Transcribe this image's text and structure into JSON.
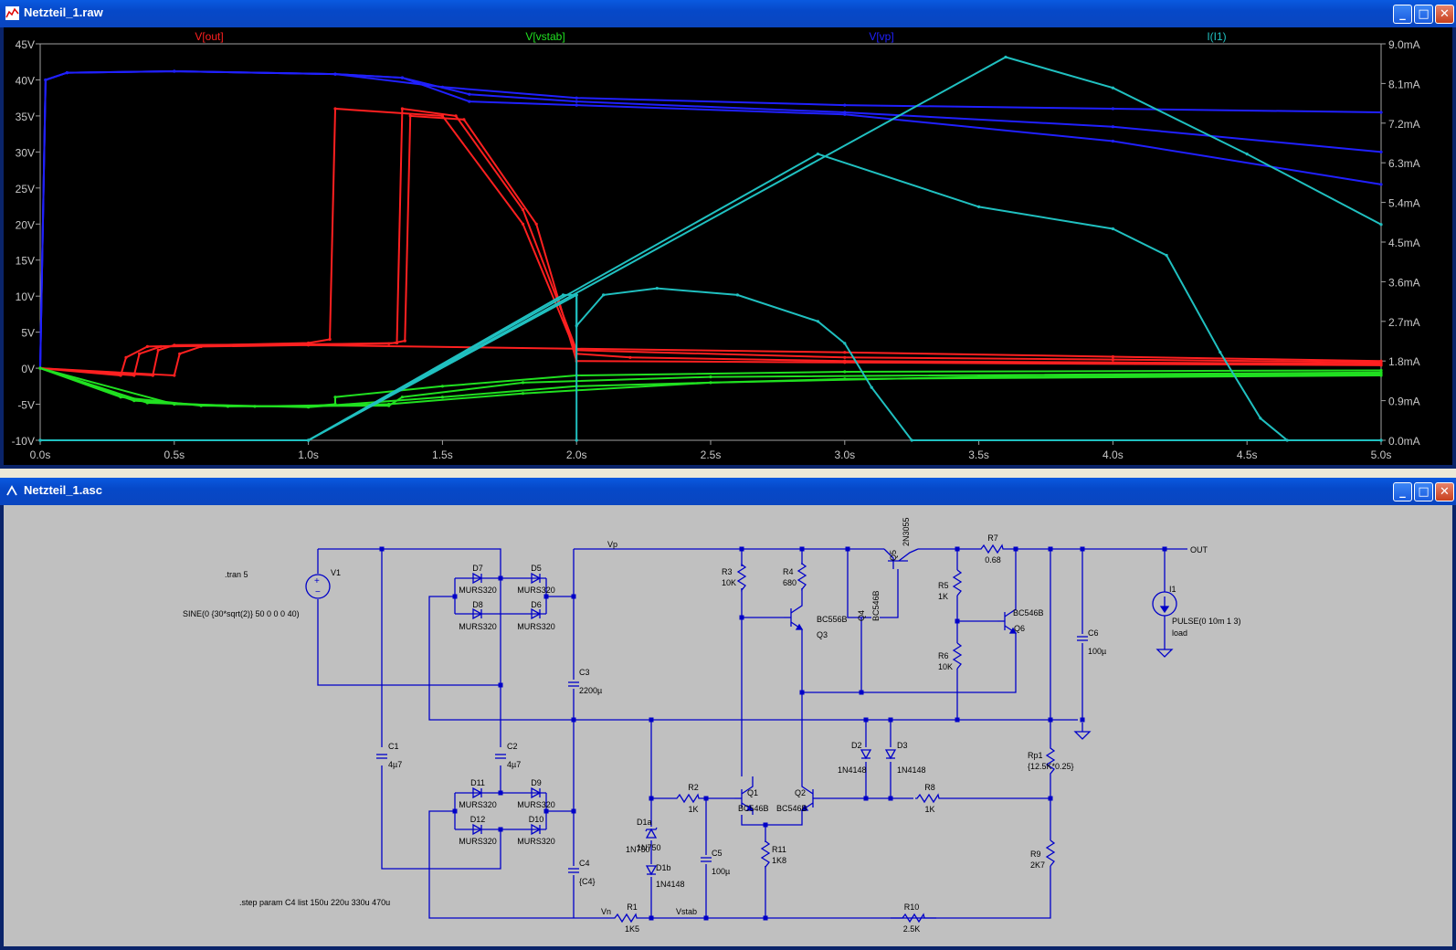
{
  "plot_window": {
    "title": "Netzteil_1.raw",
    "traces": [
      {
        "label": "V[out]",
        "color": "#ff2020"
      },
      {
        "label": "V[vstab]",
        "color": "#20e020"
      },
      {
        "label": "V[vp]",
        "color": "#2020ff"
      },
      {
        "label": "I(I1)",
        "color": "#20c0c0"
      }
    ],
    "left_axis_ticks": [
      "45V",
      "40V",
      "35V",
      "30V",
      "25V",
      "20V",
      "15V",
      "10V",
      "5V",
      "0V",
      "-5V",
      "-10V"
    ],
    "right_axis_ticks": [
      "9.0mA",
      "8.1mA",
      "7.2mA",
      "6.3mA",
      "5.4mA",
      "4.5mA",
      "3.6mA",
      "2.7mA",
      "1.8mA",
      "0.9mA",
      "0.0mA"
    ],
    "x_axis_ticks": [
      "0.0s",
      "0.5s",
      "1.0s",
      "1.5s",
      "2.0s",
      "2.5s",
      "3.0s",
      "3.5s",
      "4.0s",
      "4.5s",
      "5.0s"
    ]
  },
  "chart_data": {
    "type": "line",
    "xlabel": "",
    "ylabel": "",
    "xlim": [
      0,
      5
    ],
    "ylim": [
      -10,
      45
    ],
    "y2lim": [
      0,
      9
    ],
    "series": [
      {
        "name": "V[vp]",
        "axis": "left",
        "runs": [
          [
            [
              0,
              0
            ],
            [
              0.02,
              40
            ],
            [
              0.1,
              41
            ],
            [
              0.5,
              41.2
            ],
            [
              1.1,
              40.8
            ],
            [
              1.5,
              39
            ],
            [
              2,
              37.5
            ],
            [
              3,
              36.5
            ],
            [
              4,
              36
            ],
            [
              5,
              35.5
            ]
          ],
          [
            [
              0,
              0
            ],
            [
              0.02,
              40
            ],
            [
              0.1,
              41
            ],
            [
              0.5,
              41.2
            ],
            [
              1.1,
              40.8
            ],
            [
              1.35,
              40.3
            ],
            [
              1.6,
              38
            ],
            [
              2,
              37
            ],
            [
              3,
              35.5
            ],
            [
              4,
              33.5
            ],
            [
              5,
              30
            ]
          ],
          [
            [
              0,
              0
            ],
            [
              0.02,
              40
            ],
            [
              0.1,
              41
            ],
            [
              0.5,
              41.2
            ],
            [
              1.1,
              40.8
            ],
            [
              1.35,
              40.3
            ],
            [
              1.6,
              37
            ],
            [
              2,
              36.5
            ],
            [
              3,
              35.2
            ],
            [
              4,
              31.5
            ],
            [
              5,
              25.5
            ]
          ]
        ]
      },
      {
        "name": "V[out]",
        "axis": "left",
        "runs": [
          [
            [
              0,
              0
            ],
            [
              0.3,
              -1
            ],
            [
              0.32,
              1.5
            ],
            [
              0.4,
              3
            ],
            [
              1,
              3.5
            ],
            [
              1.08,
              4
            ],
            [
              1.1,
              36
            ],
            [
              1.5,
              35
            ],
            [
              1.8,
              20
            ],
            [
              2,
              2
            ],
            [
              2.2,
              1.5
            ],
            [
              3,
              1
            ],
            [
              4,
              0.8
            ],
            [
              5,
              0.6
            ]
          ],
          [
            [
              0,
              0
            ],
            [
              0.35,
              -1
            ],
            [
              0.37,
              2
            ],
            [
              0.45,
              3
            ],
            [
              1,
              3.3
            ],
            [
              1.33,
              3.5
            ],
            [
              1.35,
              36
            ],
            [
              1.55,
              35
            ],
            [
              1.8,
              22
            ],
            [
              2,
              2.5
            ],
            [
              3,
              1.5
            ],
            [
              4,
              1.2
            ],
            [
              5,
              0.8
            ]
          ],
          [
            [
              0,
              0
            ],
            [
              0.42,
              -1
            ],
            [
              0.44,
              2.5
            ],
            [
              0.5,
              3.2
            ],
            [
              1.3,
              3.4
            ],
            [
              1.36,
              3.8
            ],
            [
              1.38,
              35
            ],
            [
              1.58,
              34.5
            ],
            [
              1.85,
              20
            ],
            [
              2,
              1
            ],
            [
              3,
              0.8
            ],
            [
              5,
              0.4
            ]
          ],
          [
            [
              0,
              0
            ],
            [
              0.5,
              -1
            ],
            [
              0.52,
              2
            ],
            [
              0.6,
              3
            ],
            [
              1,
              3.2
            ],
            [
              3,
              2.2
            ],
            [
              4,
              1.6
            ],
            [
              5,
              1.0
            ]
          ]
        ]
      },
      {
        "name": "V[vstab]",
        "axis": "left",
        "runs": [
          [
            [
              0,
              0
            ],
            [
              0.3,
              -4
            ],
            [
              0.6,
              -5.2
            ],
            [
              1,
              -5.3
            ],
            [
              1.1,
              -5
            ],
            [
              1.1,
              -4
            ],
            [
              1.5,
              -2.5
            ],
            [
              2,
              -1
            ],
            [
              3,
              -0.5
            ],
            [
              5,
              -0.3
            ]
          ],
          [
            [
              0,
              0
            ],
            [
              0.35,
              -4.5
            ],
            [
              0.7,
              -5.3
            ],
            [
              1.3,
              -5.2
            ],
            [
              1.35,
              -4
            ],
            [
              1.8,
              -2
            ],
            [
              2.5,
              -1.2
            ],
            [
              5,
              -0.6
            ]
          ],
          [
            [
              0,
              0
            ],
            [
              0.4,
              -4.8
            ],
            [
              0.8,
              -5.3
            ],
            [
              1.3,
              -5.0
            ],
            [
              1.8,
              -3.5
            ],
            [
              2.5,
              -2
            ],
            [
              3.5,
              -1.2
            ],
            [
              5,
              -0.8
            ]
          ],
          [
            [
              0,
              0
            ],
            [
              0.5,
              -5.0
            ],
            [
              1,
              -5.4
            ],
            [
              1.5,
              -4
            ],
            [
              2,
              -2.5
            ],
            [
              3,
              -1.5
            ],
            [
              5,
              -1
            ]
          ]
        ]
      },
      {
        "name": "I(I1)",
        "axis": "right",
        "runs": [
          [
            [
              0,
              0
            ],
            [
              1,
              0
            ],
            [
              1.95,
              3.3
            ],
            [
              2,
              3.3
            ],
            [
              2,
              0
            ]
          ],
          [
            [
              0,
              0
            ],
            [
              1,
              0
            ],
            [
              2,
              3.3
            ],
            [
              2,
              2.6
            ],
            [
              2.1,
              3.3
            ],
            [
              2.3,
              3.45
            ],
            [
              2.6,
              3.3
            ],
            [
              2.9,
              2.7
            ],
            [
              3,
              2.2
            ],
            [
              3.1,
              1.2
            ],
            [
              3.25,
              0
            ],
            [
              5,
              0
            ]
          ],
          [
            [
              0,
              0
            ],
            [
              1,
              0
            ],
            [
              2.9,
              6.5
            ],
            [
              3.5,
              5.3
            ],
            [
              4,
              4.8
            ],
            [
              4.2,
              4.2
            ],
            [
              4.4,
              2
            ],
            [
              4.55,
              0.5
            ],
            [
              4.65,
              0
            ],
            [
              5,
              0
            ]
          ],
          [
            [
              0,
              0
            ],
            [
              1,
              0
            ],
            [
              3.6,
              8.7
            ],
            [
              4,
              8.0
            ],
            [
              4.5,
              6.5
            ],
            [
              5,
              4.9
            ]
          ]
        ]
      }
    ]
  },
  "schematic_window": {
    "title": "Netzteil_1.asc",
    "directives": {
      "tran": ".tran 5",
      "step": ".step param C4 list 150u 220u 330u 470u"
    },
    "sources": {
      "V1": {
        "name": "V1",
        "value": "SINE(0 {30*sqrt(2)} 50 0 0 0 40)"
      },
      "I1": {
        "name": "I1",
        "value": "PULSE(0 10m 1 3)",
        "extra": "load"
      }
    },
    "nets": {
      "vp": "Vp",
      "vn": "Vn",
      "vstab": "Vstab",
      "out": "OUT"
    },
    "parts": [
      {
        "ref": "D7",
        "value": "MURS320"
      },
      {
        "ref": "D5",
        "value": "MURS320"
      },
      {
        "ref": "D8",
        "value": "MURS320"
      },
      {
        "ref": "D6",
        "value": "MURS320"
      },
      {
        "ref": "D11",
        "value": "MURS320"
      },
      {
        "ref": "D9",
        "value": "MURS320"
      },
      {
        "ref": "D12",
        "value": "MURS320"
      },
      {
        "ref": "D10",
        "value": "MURS320"
      },
      {
        "ref": "C1",
        "value": "4µ7"
      },
      {
        "ref": "C2",
        "value": "4µ7"
      },
      {
        "ref": "C3",
        "value": "2200µ"
      },
      {
        "ref": "C4",
        "value": "{C4}"
      },
      {
        "ref": "C5",
        "value": "100µ"
      },
      {
        "ref": "C6",
        "value": "100µ"
      },
      {
        "ref": "R1",
        "value": "1K5"
      },
      {
        "ref": "R2",
        "value": "1K"
      },
      {
        "ref": "R3",
        "value": "10K"
      },
      {
        "ref": "R4",
        "value": "680"
      },
      {
        "ref": "R5",
        "value": "1K"
      },
      {
        "ref": "R6",
        "value": "10K"
      },
      {
        "ref": "R7",
        "value": "0.68"
      },
      {
        "ref": "R8",
        "value": "1K"
      },
      {
        "ref": "R9",
        "value": "2K7"
      },
      {
        "ref": "R10",
        "value": "2.5K"
      },
      {
        "ref": "R11",
        "value": "1K8"
      },
      {
        "ref": "Rp1",
        "value": "{12.5K*0.25}"
      },
      {
        "ref": "D1a",
        "value": "1N750"
      },
      {
        "ref": "D1b",
        "value": "1N4148"
      },
      {
        "ref": "D2",
        "value": "1N4148"
      },
      {
        "ref": "D3",
        "value": "1N4148"
      },
      {
        "ref": "Q1",
        "value": "BC546B"
      },
      {
        "ref": "Q2",
        "value": "BC546B"
      },
      {
        "ref": "Q3",
        "value": "BC556B"
      },
      {
        "ref": "Q4",
        "value": "BC546B"
      },
      {
        "ref": "Q5",
        "value": "2N3055"
      },
      {
        "ref": "Q6",
        "value": "BC546B"
      }
    ]
  }
}
